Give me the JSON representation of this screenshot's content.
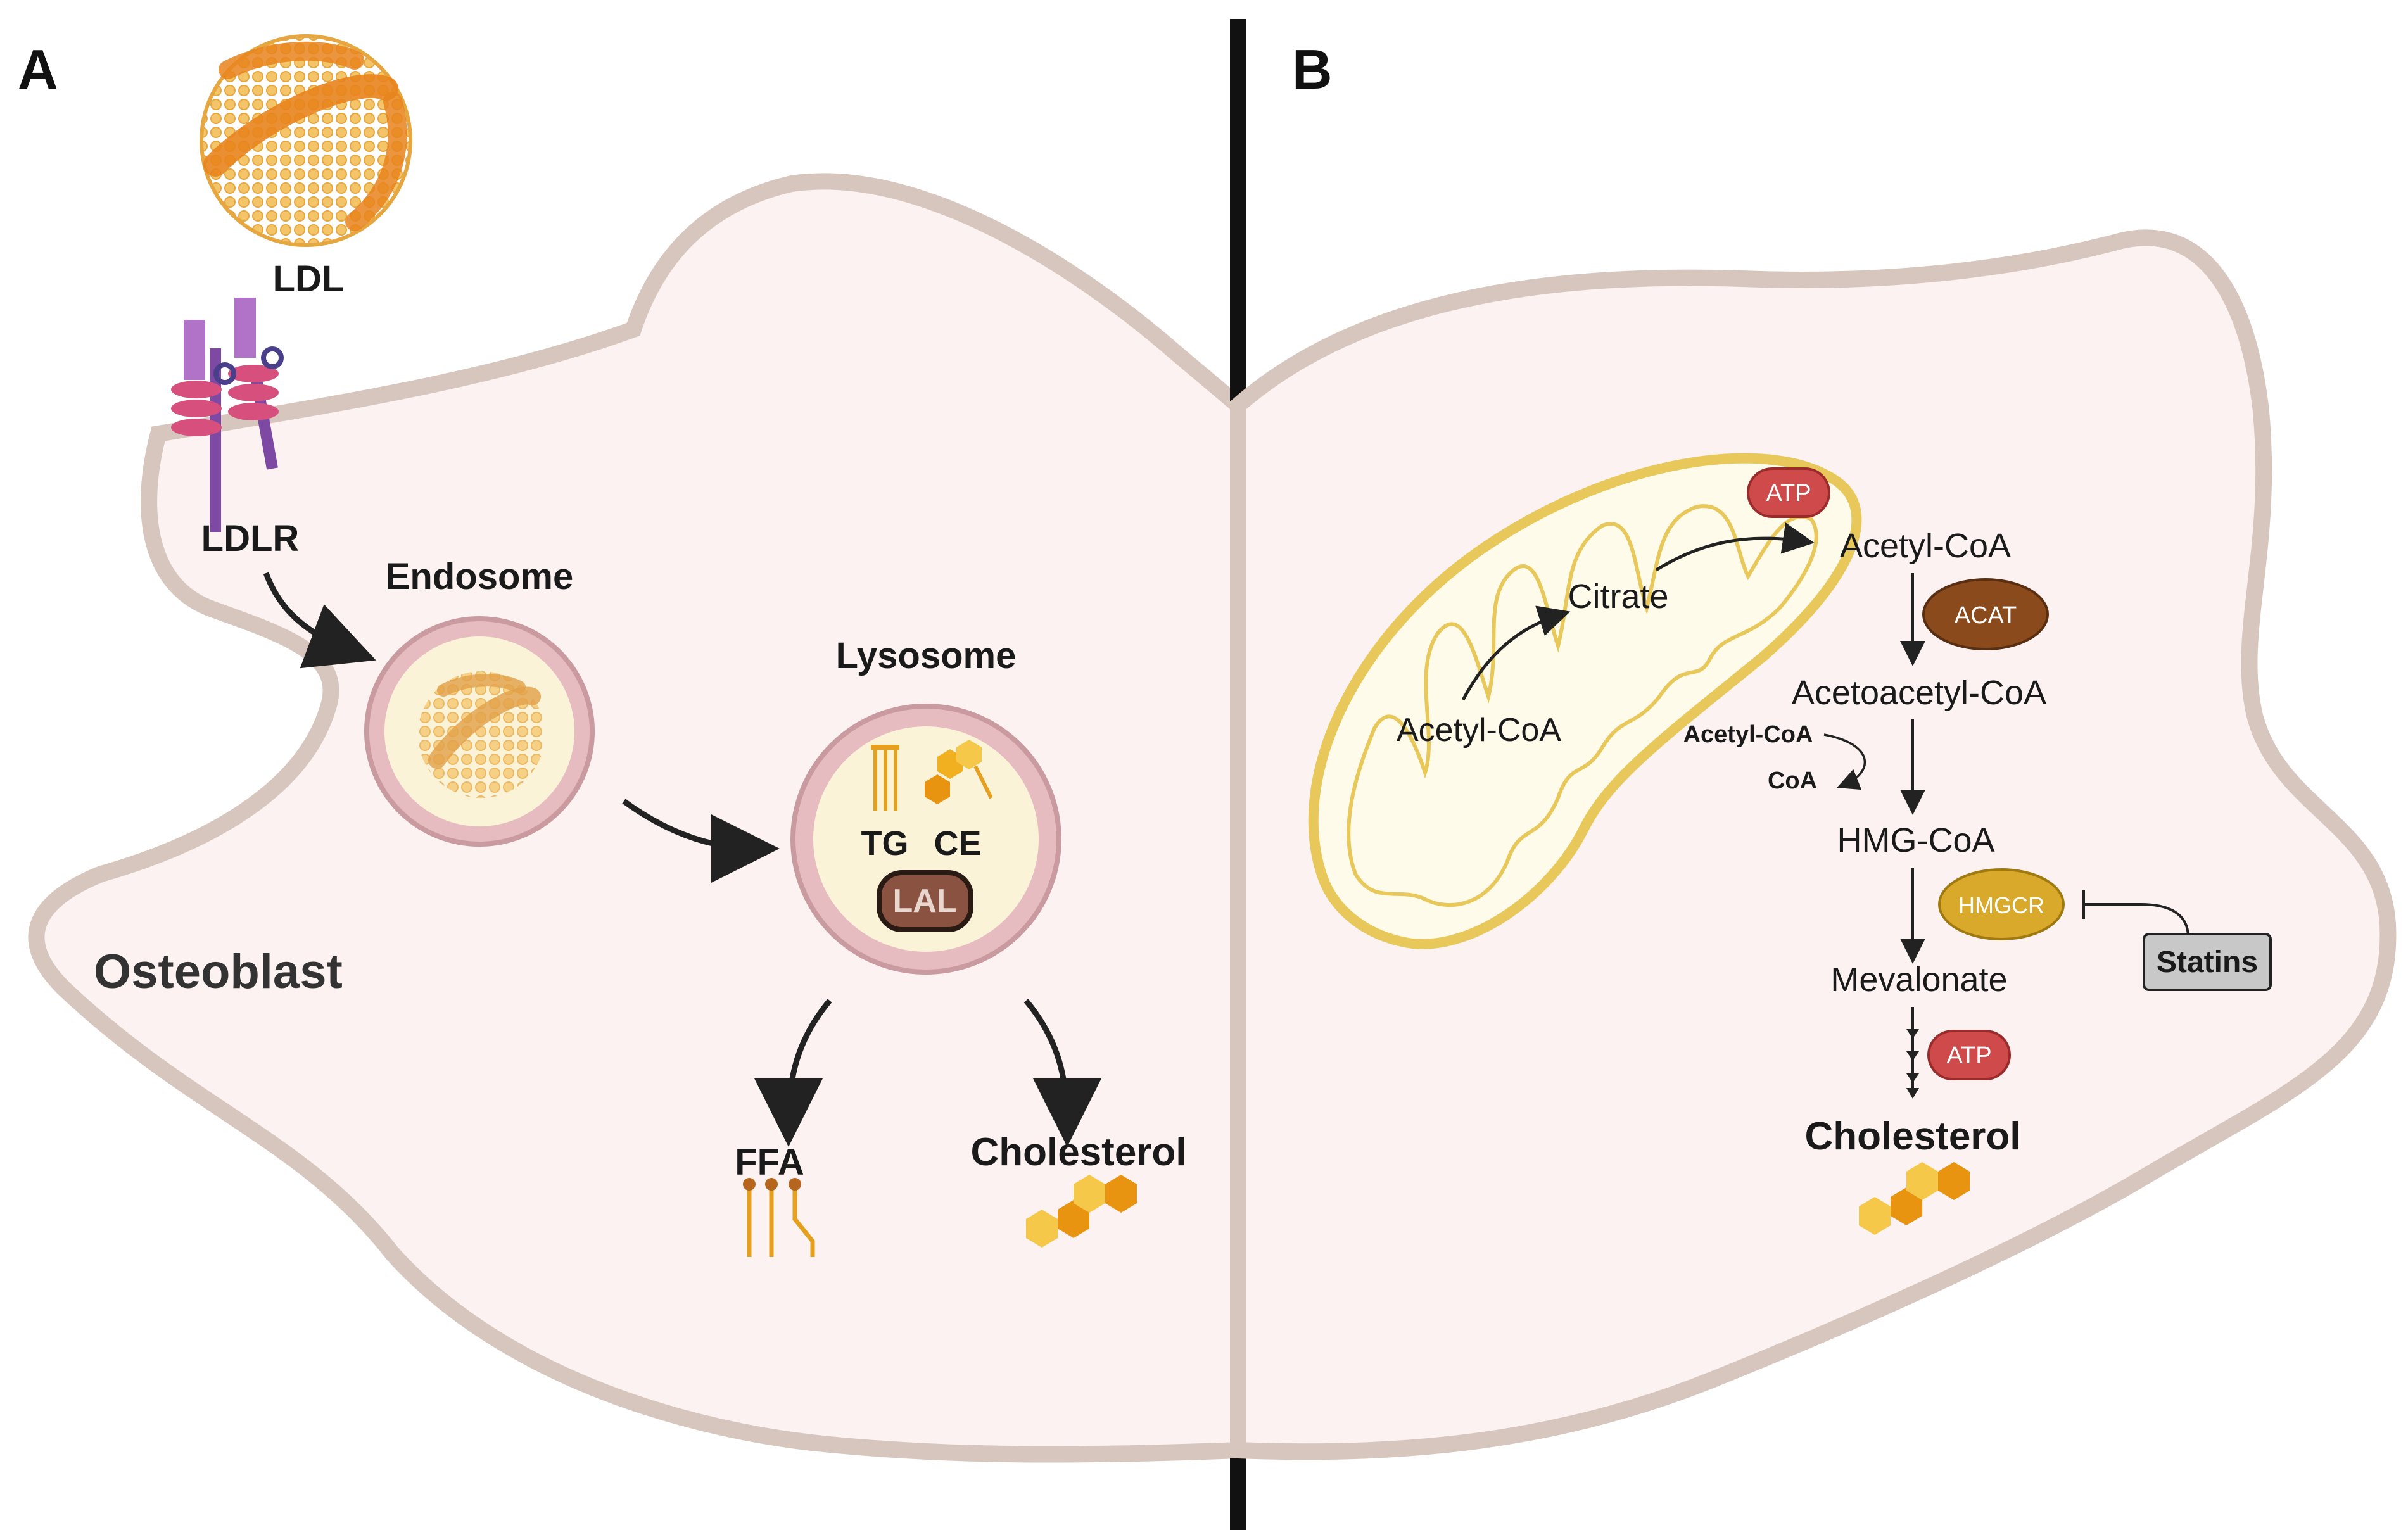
{
  "panel_a": {
    "letter": "A",
    "ldl": "LDL",
    "ldlr": "LDLR",
    "endosome": "Endosome",
    "lysosome": "Lysosome",
    "tg": "TG",
    "ce": "CE",
    "lal": "LAL",
    "cell": "Osteoblast",
    "ffa": "FFA",
    "cholesterol": "Cholesterol"
  },
  "panel_b": {
    "letter": "B",
    "atp_top": "ATP",
    "acetyl_coa_mito": "Acetyl-CoA",
    "citrate": "Citrate",
    "acetyl_coa": "Acetyl-CoA",
    "acat": "ACAT",
    "acetoacetyl_coa": "Acetoacetyl-CoA",
    "acetyl_coa_in": "Acetyl-CoA",
    "coa_out": "CoA",
    "hmg_coa": "HMG-CoA",
    "hmgcr": "HMGCR",
    "statins": "Statins",
    "mevalonate": "Mevalonate",
    "atp_bottom": "ATP",
    "cholesterol": "Cholesterol"
  },
  "colors": {
    "cell_fill": "#fbf2f1",
    "cell_border": "#d7c6bd",
    "atp": "#cf4a4a",
    "acat": "#8a4a1c",
    "hmgcr": "#d8a92a",
    "statins_box": "#c8c8c8",
    "mito_border": "#e8c85a",
    "mito_fill": "#fffbea",
    "hexagon": "#f0b020",
    "divider": "#111111"
  }
}
